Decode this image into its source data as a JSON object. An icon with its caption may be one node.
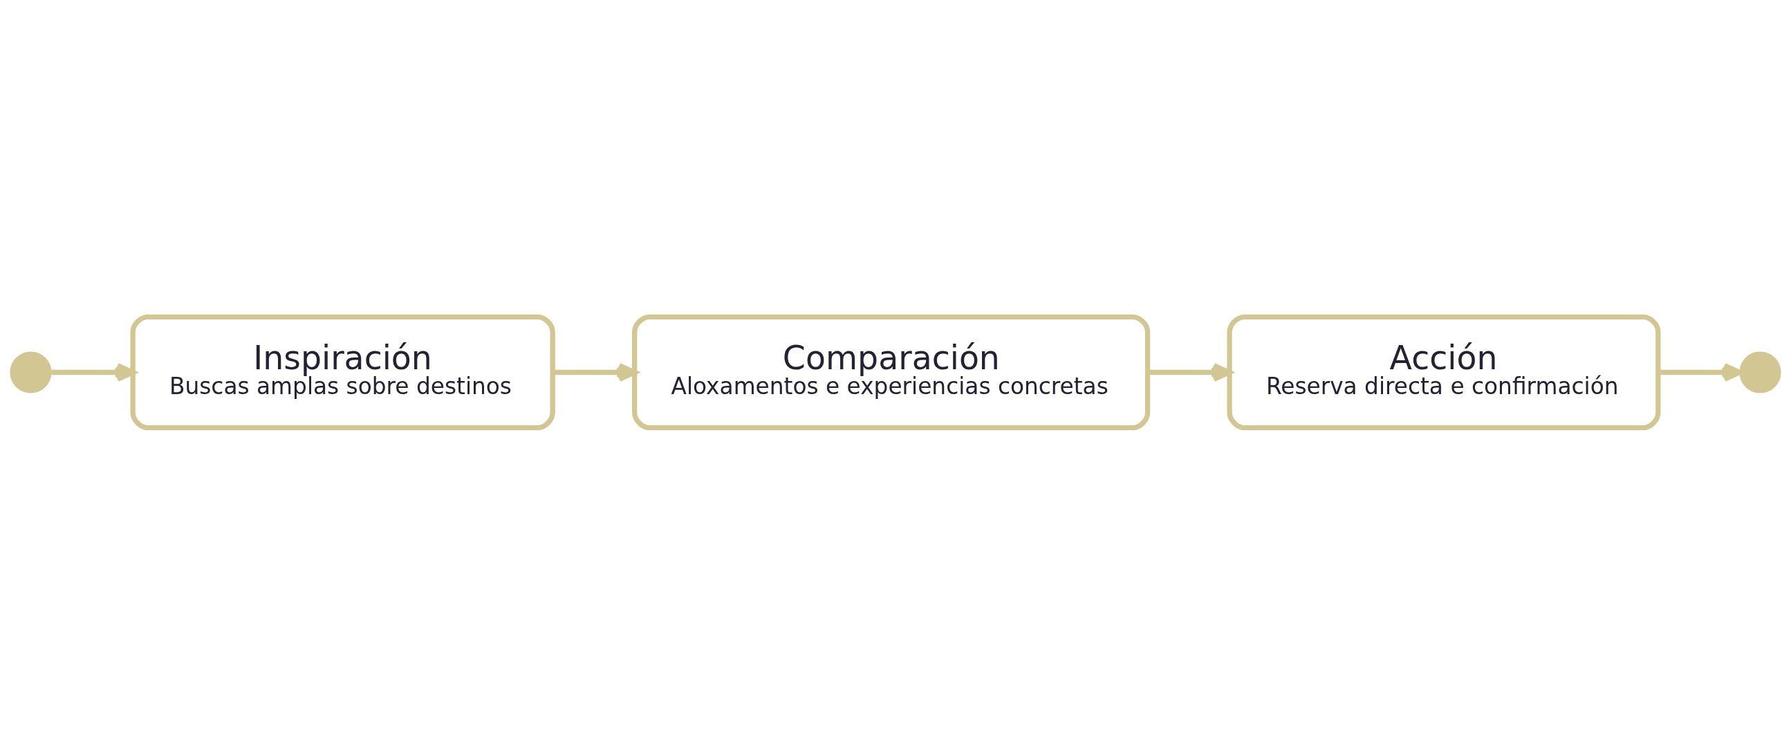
{
  "diagram": {
    "nodes": [
      {
        "text": [],
        "shape": "circle"
      },
      {
        "text": [
          "Inspiración",
          "Buscas amplas sobre destinos"
        ]
      },
      {
        "text": [
          "Comparación",
          "Aloxamentos e experiencias concretas"
        ]
      },
      {
        "text": [
          "Acción",
          "Reserva directa e confirmación"
        ]
      },
      {
        "text": [],
        "shape": "circle"
      }
    ],
    "edges": [
      {
        "from": 0,
        "to": 1,
        "arrow": "to"
      },
      {
        "from": 1,
        "to": 2,
        "arrow": "to"
      },
      {
        "from": 2,
        "to": 3,
        "arrow": "to"
      },
      {
        "from": 3,
        "to": 4,
        "arrow": "to"
      }
    ]
  }
}
